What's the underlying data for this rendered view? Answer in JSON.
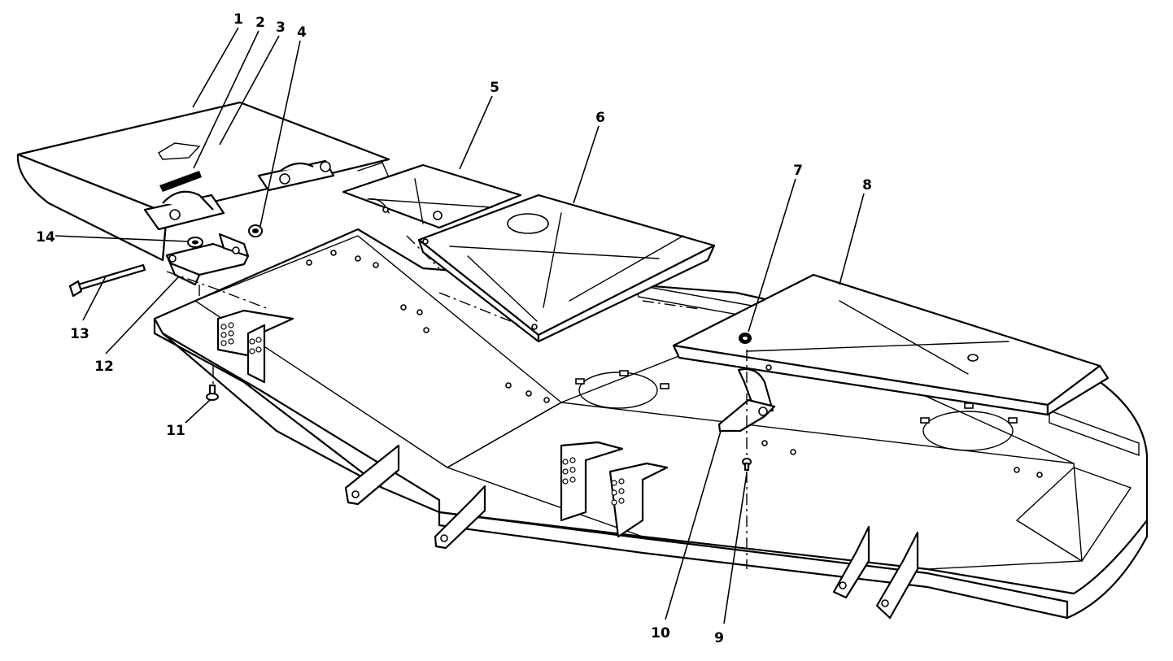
{
  "diagram": {
    "type": "exploded-parts-view",
    "callouts": [
      {
        "id": "1",
        "label": "1"
      },
      {
        "id": "2",
        "label": "2"
      },
      {
        "id": "3",
        "label": "3"
      },
      {
        "id": "4",
        "label": "4"
      },
      {
        "id": "5",
        "label": "5"
      },
      {
        "id": "6",
        "label": "6"
      },
      {
        "id": "7",
        "label": "7"
      },
      {
        "id": "8",
        "label": "8"
      },
      {
        "id": "9",
        "label": "9"
      },
      {
        "id": "10",
        "label": "10"
      },
      {
        "id": "11",
        "label": "11"
      },
      {
        "id": "12",
        "label": "12"
      },
      {
        "id": "13",
        "label": "13"
      },
      {
        "id": "14",
        "label": "14"
      }
    ]
  },
  "colors": {
    "ink": "#000000",
    "paper": "#ffffff"
  }
}
